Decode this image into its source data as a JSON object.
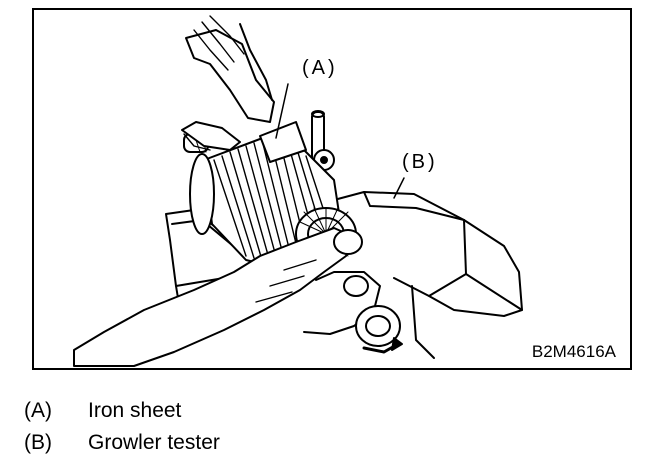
{
  "figure": {
    "callout_a": "(A)",
    "callout_b": "(B)",
    "figure_code": "B2M4616A"
  },
  "legend": {
    "items": [
      {
        "key": "(A)",
        "label": "Iron sheet"
      },
      {
        "key": "(B)",
        "label": "Growler tester"
      }
    ]
  }
}
